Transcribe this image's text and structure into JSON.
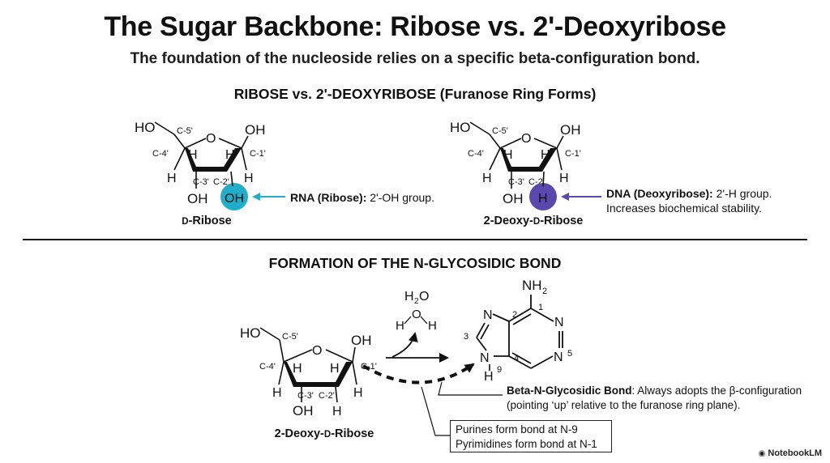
{
  "title": "The Sugar Backbone: Ribose vs. 2'-Deoxyribose",
  "subtitle": "The foundation of the nucleoside relies on a specific beta-configuration bond.",
  "section1": {
    "heading": "RIBOSE vs. 2'-DEOXYRIBOSE (Furanose Ring Forms)",
    "ribose": {
      "caption_prefix": "D",
      "caption_rest": "-Ribose",
      "ho": "HO",
      "c5": "C-5'",
      "o": "O",
      "oh1": "OH",
      "c4": "C-4'",
      "c1": "C-1'",
      "h_up_left": "H",
      "h_up_right": "H",
      "h_left": "H",
      "h_right": "H",
      "c3": "C-3'",
      "c2": "C-2'",
      "oh3": "OH",
      "oh2": "OH",
      "note_bold": "RNA (Ribose):",
      "note_text": " 2'-OH group.",
      "highlight_color": "#22aec8"
    },
    "deoxyribose": {
      "caption_pre": "2-Deoxy-",
      "caption_prefix": "D",
      "caption_rest": "-Ribose",
      "ho": "HO",
      "c5": "C-5'",
      "o": "O",
      "oh1": "OH",
      "c4": "C-4'",
      "c1": "C-1'",
      "h_up_left": "H",
      "h_up_right": "H",
      "h_left": "H",
      "h_right": "H",
      "c3": "C-3'",
      "c2": "C-2'",
      "oh3": "OH",
      "h2": "H",
      "note_bold": "DNA (Deoxyribose):",
      "note_text": " 2'-H group.",
      "note_line2": "Increases biochemical stability.",
      "highlight_color": "#5b48ad"
    }
  },
  "section2": {
    "heading": "FORMATION OF THE N-GLYCOSIDIC BOND",
    "sugar": {
      "caption_pre": "2-Deoxy-",
      "caption_prefix": "D",
      "caption_rest": "-Ribose",
      "ho": "HO",
      "c5": "C-5'",
      "o": "O",
      "oh1": "OH",
      "c4": "C-4'",
      "c1": "C-1'",
      "h_up_left": "H",
      "h_up_right": "H",
      "h_left": "H",
      "h_right": "H",
      "c3": "C-3'",
      "c2": "C-2'",
      "oh3": "OH",
      "h2": "H"
    },
    "water": {
      "label_h": "H",
      "label_sub": "2",
      "label_o": "O",
      "o": "O",
      "h_left": "H",
      "h_right": "H"
    },
    "purine": {
      "nh2_n": "NH",
      "nh2_sub": "2",
      "n1": "N",
      "n3": "N",
      "n7": "N",
      "n9": "N",
      "h9": "H",
      "num1": "1",
      "num2": "2",
      "num3": "3",
      "num4": "4",
      "num5": "5",
      "num9": "9"
    },
    "bond_note_bold": "Beta-N-Glycosidic Bond",
    "bond_note_text": ": Always adopts the β-configuration",
    "bond_note_line2": "(pointing ‘up’ relative to the furanose ring plane).",
    "box_line1": "Purines form bond at N-9",
    "box_line2": "Pyrimidines form bond at N-1"
  },
  "brand": "NotebookLM"
}
